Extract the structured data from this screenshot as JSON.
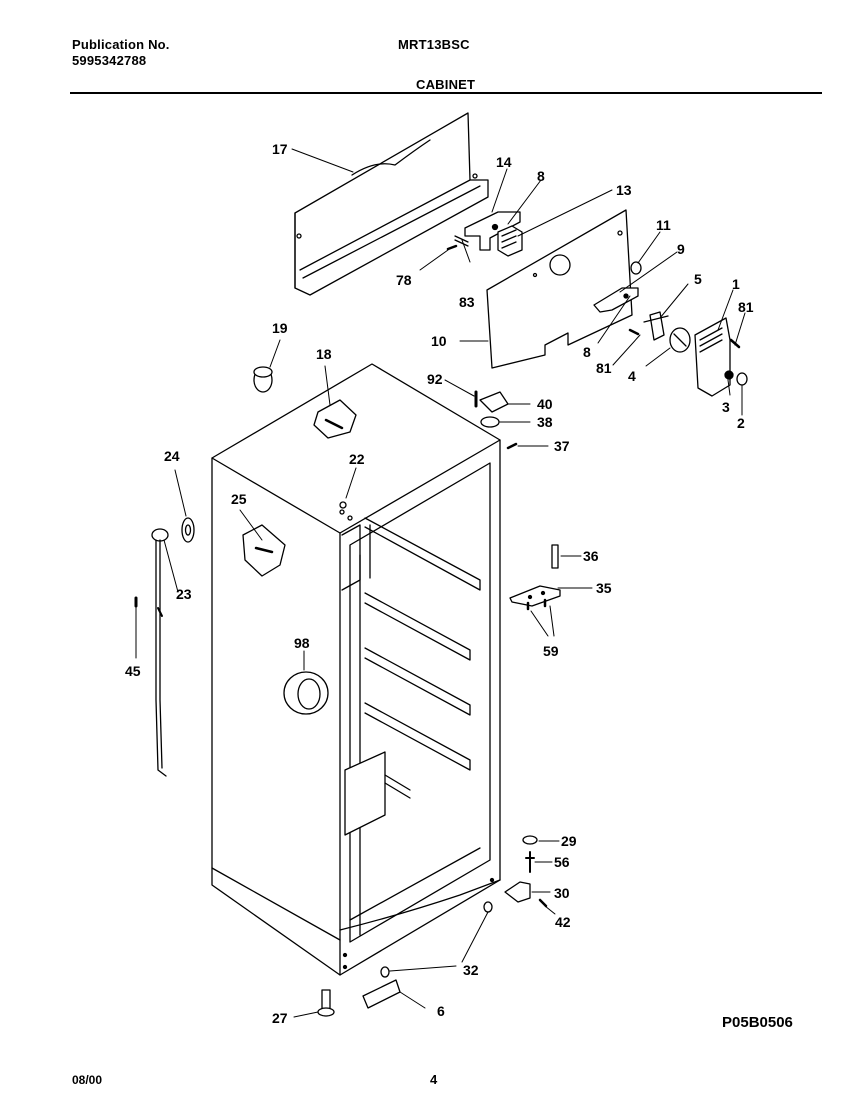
{
  "header": {
    "publication_label": "Publication No.",
    "publication_number": "5995342788",
    "model": "MRT13BSC",
    "section": "CABINET"
  },
  "footer": {
    "date": "08/00",
    "page": "4",
    "diagram_code": "P05B0506"
  },
  "callouts": {
    "c17": "17",
    "c14": "14",
    "c8a": "8",
    "c13": "13",
    "c11": "11",
    "c9": "9",
    "c78": "78",
    "c83": "83",
    "c10": "10",
    "c8b": "8",
    "c5": "5",
    "c1": "1",
    "c81a": "81",
    "c81b": "81",
    "c4": "4",
    "c3": "3",
    "c2": "2",
    "c19": "19",
    "c18": "18",
    "c92": "92",
    "c40": "40",
    "c38": "38",
    "c37": "37",
    "c22": "22",
    "c24": "24",
    "c25": "25",
    "c23": "23",
    "c45": "45",
    "c36": "36",
    "c35": "35",
    "c59": "59",
    "c98": "98",
    "c29": "29",
    "c56": "56",
    "c30": "30",
    "c42": "42",
    "c32": "32",
    "c27": "27",
    "c6": "6"
  }
}
